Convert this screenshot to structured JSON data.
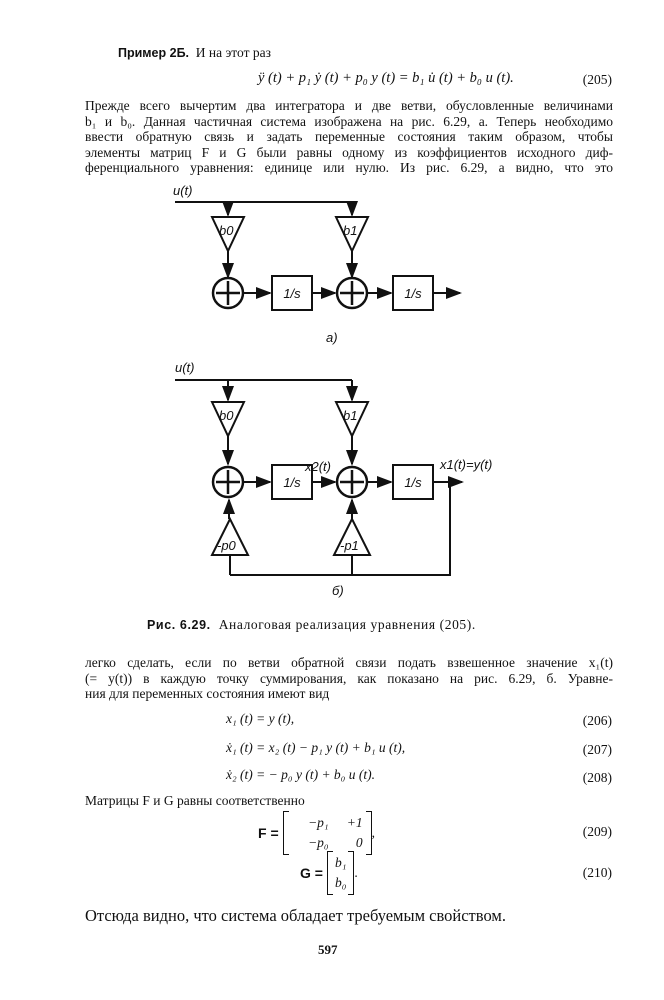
{
  "heading": {
    "label": "Пример 2Б.",
    "text": "И на этот раз"
  },
  "eq205": {
    "text": "ÿ (t) + p₁ ẏ (t) + p₀ y (t) = b₁ u̇ (t) + b₀ u (t).",
    "num": "(205)"
  },
  "para1": [
    "Прежде всего вычертим два интегратора и две ветви, обусловленные величинами",
    "b₁ и b₀. Данная частичная система изображена на рис. 6.29, а. Теперь необходимо",
    "ввести обратную связь и задать переменные состояния таким образом, чтобы",
    "элементы матриц F и G были равны одному из коэффициентов исходного диф-",
    "ференциального уравнения: единице или нулю. Из рис. 6.29, а видно, что это"
  ],
  "figure_a": {
    "input": "u(t)",
    "gain0": "b0",
    "gain1": "b1",
    "integrator": "1/s",
    "label": "a)"
  },
  "figure_b": {
    "input": "u(t)",
    "gain0": "b0",
    "gain1": "b1",
    "integrator": "1/s",
    "state2": "x2(t)",
    "output": "x1(t)=y(t)",
    "fb0": "-p0",
    "fb1": "-p1",
    "label": "б)"
  },
  "caption": {
    "label": "Рис. 6.29.",
    "text": "Аналоговая реализация уравнения (205)."
  },
  "para2": [
    "легко сделать, если по ветви обратной связи подать взвешенное значение x₁(t)",
    "(= y(t)) в каждую точку суммирования, как показано на рис. 6.29, б. Уравне-",
    "ния для переменных состояния имеют вид"
  ],
  "eq206": {
    "text": "x₁ (t) = y (t),",
    "num": "(206)"
  },
  "eq207": {
    "text": "ẋ₁ (t) = x₂ (t) − p₁ y (t) + b₁ u (t),",
    "num": "(207)"
  },
  "eq208": {
    "text": "ẋ₂ (t) = − p₀ y (t) + b₀ u (t).",
    "num": "(208)"
  },
  "para3": "Матрицы F и G равны соответственно",
  "eq209": {
    "lhs": "F =",
    "r1c1": "−p₁",
    "r1c2": "+1",
    "r2c1": "−p₀",
    "r2c2": "0",
    "tail": ",",
    "num": "(209)"
  },
  "eq210": {
    "lhs": "G =",
    "r1": "b₁",
    "r2": "b₀",
    "tail": ".",
    "num": "(210)"
  },
  "conclusion": "Отсюда видно, что система обладает требуемым свойством.",
  "page_number": "597"
}
